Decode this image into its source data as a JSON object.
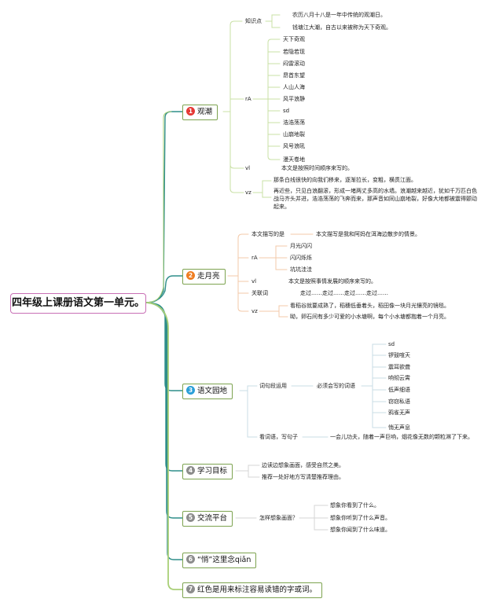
{
  "root": {
    "title": "四年级上课册语文第一单元。"
  },
  "colors": {
    "red": "#e53935",
    "orange": "#ef7d22",
    "blue": "#2a9fd8",
    "gray": "#8c8c8c",
    "green": "#a9cf77",
    "teal": "#2f8e8a"
  },
  "topics": [
    {
      "num": "1",
      "label": "观潮"
    },
    {
      "num": "2",
      "label": "走月亮"
    },
    {
      "num": "3",
      "label": "语文园地"
    },
    {
      "num": "4",
      "label": "学习目标"
    },
    {
      "num": "5",
      "label": "交流平台"
    },
    {
      "num": "6",
      "label": "“悄”这里念qiǎn"
    },
    {
      "num": "7",
      "label": "红色是用来标注容易读错的字或词。"
    }
  ],
  "guanchao": {
    "zhishi_label": "知识点",
    "zhishi": [
      "农历八月十八是一年中传统的观潮日。",
      "钱塘江大潮，自古以来被称为天下奇观。"
    ],
    "ra_label": "rA",
    "ra": [
      "天下奇观",
      "若隐若现",
      "闷雷滚动",
      "昂首东望",
      "人山人海",
      "风平浪静",
      "sd",
      "浩浩荡荡",
      "山崩地裂",
      "风号浪吼",
      "漫天卷地"
    ],
    "vl_label": "vl",
    "vl": "本文是按照时间顺序来写的。",
    "vz_label": "vz",
    "vz": [
      "那条白线很快的向我们移来，逐渐拉长，变粗，横贯江面。",
      "再近些，只见白浪翻滚，形成一堵两丈多高的水墙。浪潮越来越近，犹如千万匹白色战马齐头并进，浩浩荡荡的飞奔而来，那声音如同山崩地裂，好像大地都被震得颤动起来。"
    ]
  },
  "zouyueliang": {
    "ben_label": "本文描写的是",
    "ben": "本文描写是我和阿妈在洱海边散步的情景。",
    "ra_label": "rA",
    "ra": [
      "月光闪闪",
      "闪闪烁烁",
      "坑坑洼洼"
    ],
    "vl_label": "vl",
    "vl": "本文是按照事情发展的顺序来写的。",
    "guanlian_label": "关联词",
    "guanlian": "走过……走过……走过……走过……",
    "vz_label": "vz",
    "vz": [
      "看稻谷就要成熟了，稻穗低垂着头，稻田像一块月光镶亮的镜毯。",
      "呦，卵石间有多少可爱的小水塘啊，每个小水塘都抱着一个月亮。"
    ]
  },
  "yuwen": {
    "ciju_label": "词句段运用",
    "bixu_label": "必须会写的词语",
    "words": [
      "sd",
      "锣鼓喧天",
      "震耳欲聋",
      "响彻云霄",
      "低声细语",
      "窃窃私语",
      "鸦雀无声",
      "悄无声息"
    ],
    "kan_label": "看词语，写句子",
    "kan": "一会儿功夫，随着一声巨响，烟花像无数的颗粒淋了下来。"
  },
  "xuexi": [
    "边读边想象画面，感受自然之美。",
    "推荐一处好地方写清楚推荐理由。"
  ],
  "jiaoliu": {
    "label": "怎样想象画面？",
    "items": [
      "想象你看到了什么。",
      "想象你听到了什么声音。",
      "想象你闻到了什么味道。"
    ]
  }
}
